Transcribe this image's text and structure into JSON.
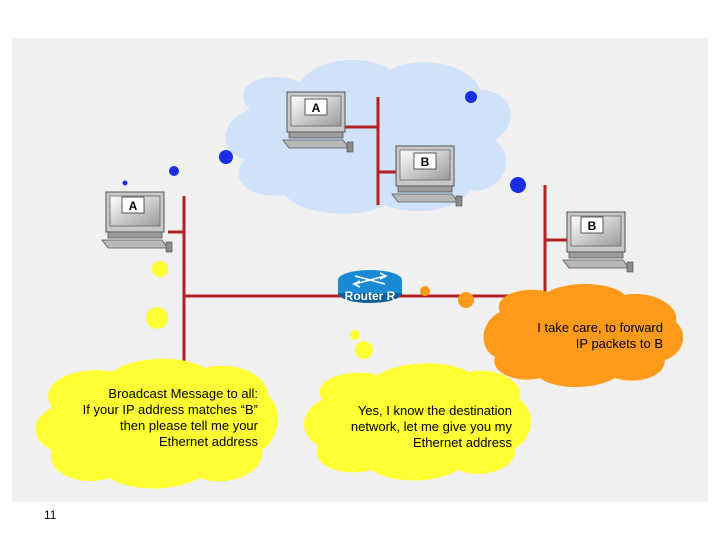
{
  "colors": {
    "cloud": "#cfe2f9",
    "link": "#b22222",
    "bubble_yellow": "#ffff33",
    "bubble_orange": "#ff9a1a",
    "dot_blue": "#1a2ee6",
    "router": "#1a8ad4"
  },
  "hosts": {
    "remote_a": "A",
    "remote_b": "B",
    "local_a": "A",
    "local_b": "B"
  },
  "router": {
    "label": "Router R"
  },
  "bubbles": {
    "broadcast": "Broadcast Message to all:\nIf your IP address matches “B”\nthen please tell me your\nEthernet address",
    "router_reply": "Yes, I know the destination\nnetwork, let me give you my\nEthernet address",
    "forward": "I take care, to forward\nIP packets to B"
  },
  "slide_number": "11"
}
